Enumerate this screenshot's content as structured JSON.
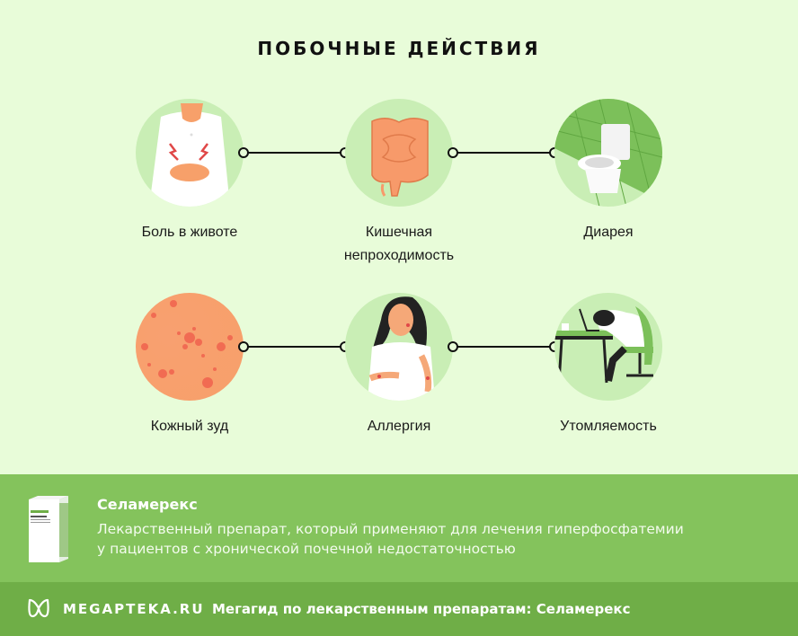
{
  "title": "ПОБОЧНЫЕ ДЕЙСТВИЯ",
  "effects": [
    {
      "label": "Боль в животе",
      "icon": "stomach-pain-icon"
    },
    {
      "label_line1": "Кишечная",
      "label_line2": "непроходимость",
      "icon": "intestine-icon"
    },
    {
      "label": "Диарея",
      "icon": "toilet-icon"
    },
    {
      "label": "Кожный зуд",
      "icon": "skin-rash-icon"
    },
    {
      "label": "Аллергия",
      "icon": "allergy-woman-icon"
    },
    {
      "label": "Утомляемость",
      "icon": "tired-worker-icon"
    }
  ],
  "drug": {
    "name": "Селамерекс",
    "description_line1": "Лекарственный препарат, который применяют для лечения гиперфосфатемии",
    "description_line2": "у пациентов с хронической почечной недостаточностью"
  },
  "footer": {
    "brand": "MEGAPTEKA.RU",
    "text": "Мегагид по лекарственным препаратам: Селамерекс"
  },
  "colors": {
    "background": "#e8fcd9",
    "circle": "#c9eeb5",
    "info_band": "#84c35c",
    "footer_band": "#6fae47"
  }
}
